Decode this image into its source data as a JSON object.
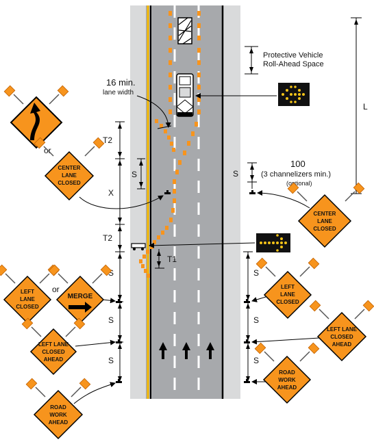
{
  "labels": {
    "roll_ahead": [
      "Protective Vehicle",
      "Roll-Ahead Space"
    ],
    "lane_width_value": "16  min.",
    "lane_width_text": "lane width",
    "L": "L",
    "T2": "T2",
    "T1": "T1",
    "X": "X",
    "S": "S",
    "or": "or",
    "buffer_value": "100",
    "buffer_note": "(3 channelizers min.)",
    "buffer_optional": "(optional)"
  },
  "signs": {
    "center_lane_closed": [
      "CENTER",
      "LANE",
      "CLOSED"
    ],
    "left_lane_closed": [
      "LEFT",
      "LANE",
      "CLOSED"
    ],
    "merge": "MERGE",
    "left_lane_closed_ahead": [
      "LEFT LANE",
      "CLOSED",
      "AHEAD"
    ],
    "road_work_ahead": [
      "ROAD",
      "WORK",
      "AHEAD"
    ]
  },
  "colors": {
    "road": "#a7a9ac",
    "sign_orange": "#f7941d",
    "channelizer": "#f7941d",
    "edge_yellow": "#f5b800",
    "arrow_board_lamp": "#f6c418",
    "flag": "#f7941d"
  },
  "icons": [
    "curve-arrow-icon",
    "merge-arrow-icon",
    "arrow-board-icon",
    "truck-icon",
    "lane-arrow-icon",
    "sign-post-icon"
  ]
}
